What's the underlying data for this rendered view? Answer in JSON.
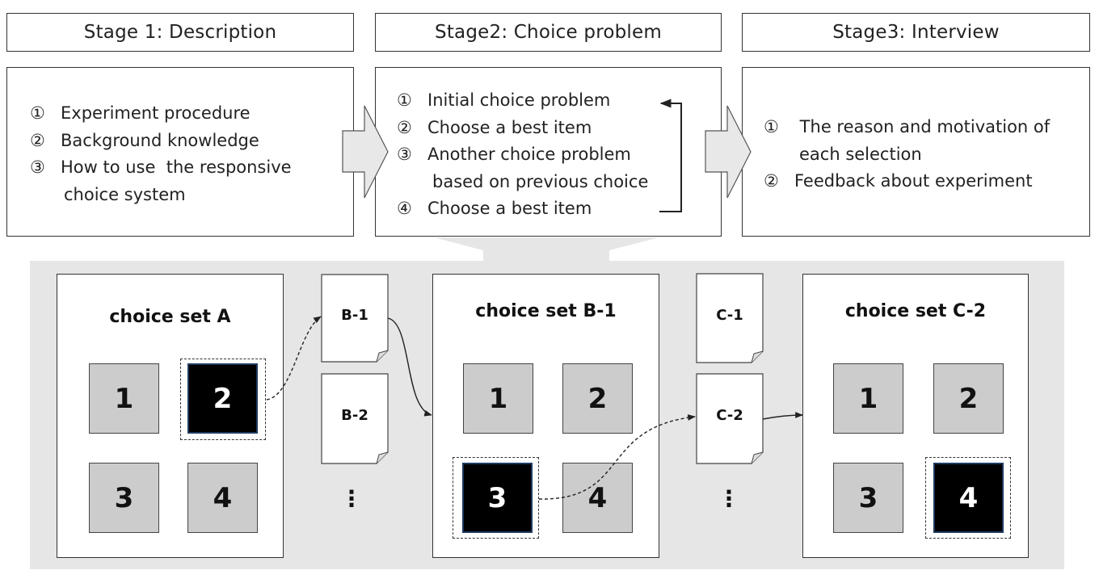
{
  "stages": [
    {
      "title": "Stage 1: Description",
      "items": [
        {
          "num": "①",
          "lines": [
            "Experiment procedure"
          ]
        },
        {
          "num": "②",
          "lines": [
            "Background knowledge"
          ]
        },
        {
          "num": "③",
          "lines": [
            "How to use  the responsive",
            "choice system"
          ]
        }
      ]
    },
    {
      "title": "Stage2: Choice problem",
      "items": [
        {
          "num": "①",
          "lines": [
            "Initial choice problem"
          ]
        },
        {
          "num": "②",
          "lines": [
            "Choose a best item"
          ]
        },
        {
          "num": "③",
          "lines": [
            "Another choice problem",
            "based on previous choice"
          ]
        },
        {
          "num": "④",
          "lines": [
            "Choose a best item"
          ]
        }
      ]
    },
    {
      "title": "Stage3: Interview",
      "items": [
        {
          "num": "①",
          "lines": [
            " The reason and motivation of",
            "each selection"
          ]
        },
        {
          "num": "②",
          "lines": [
            "Feedback about experiment"
          ]
        }
      ]
    }
  ],
  "choice_sets": [
    {
      "title": "choice set A",
      "tiles": [
        "1",
        "2",
        "3",
        "4"
      ],
      "selected": "2"
    },
    {
      "title": "choice set B-1",
      "tiles": [
        "1",
        "2",
        "3",
        "4"
      ],
      "selected": "3"
    },
    {
      "title": "choice set C-2",
      "tiles": [
        "1",
        "2",
        "3",
        "4"
      ],
      "selected": "4"
    }
  ],
  "documents": {
    "b": [
      "B-1",
      "B-2"
    ],
    "c": [
      "C-1",
      "C-2"
    ]
  },
  "ellipsis": "⋮",
  "colors": {
    "panel": "#e6e6e6",
    "tile": "#cccccc",
    "selected": "#000000"
  }
}
